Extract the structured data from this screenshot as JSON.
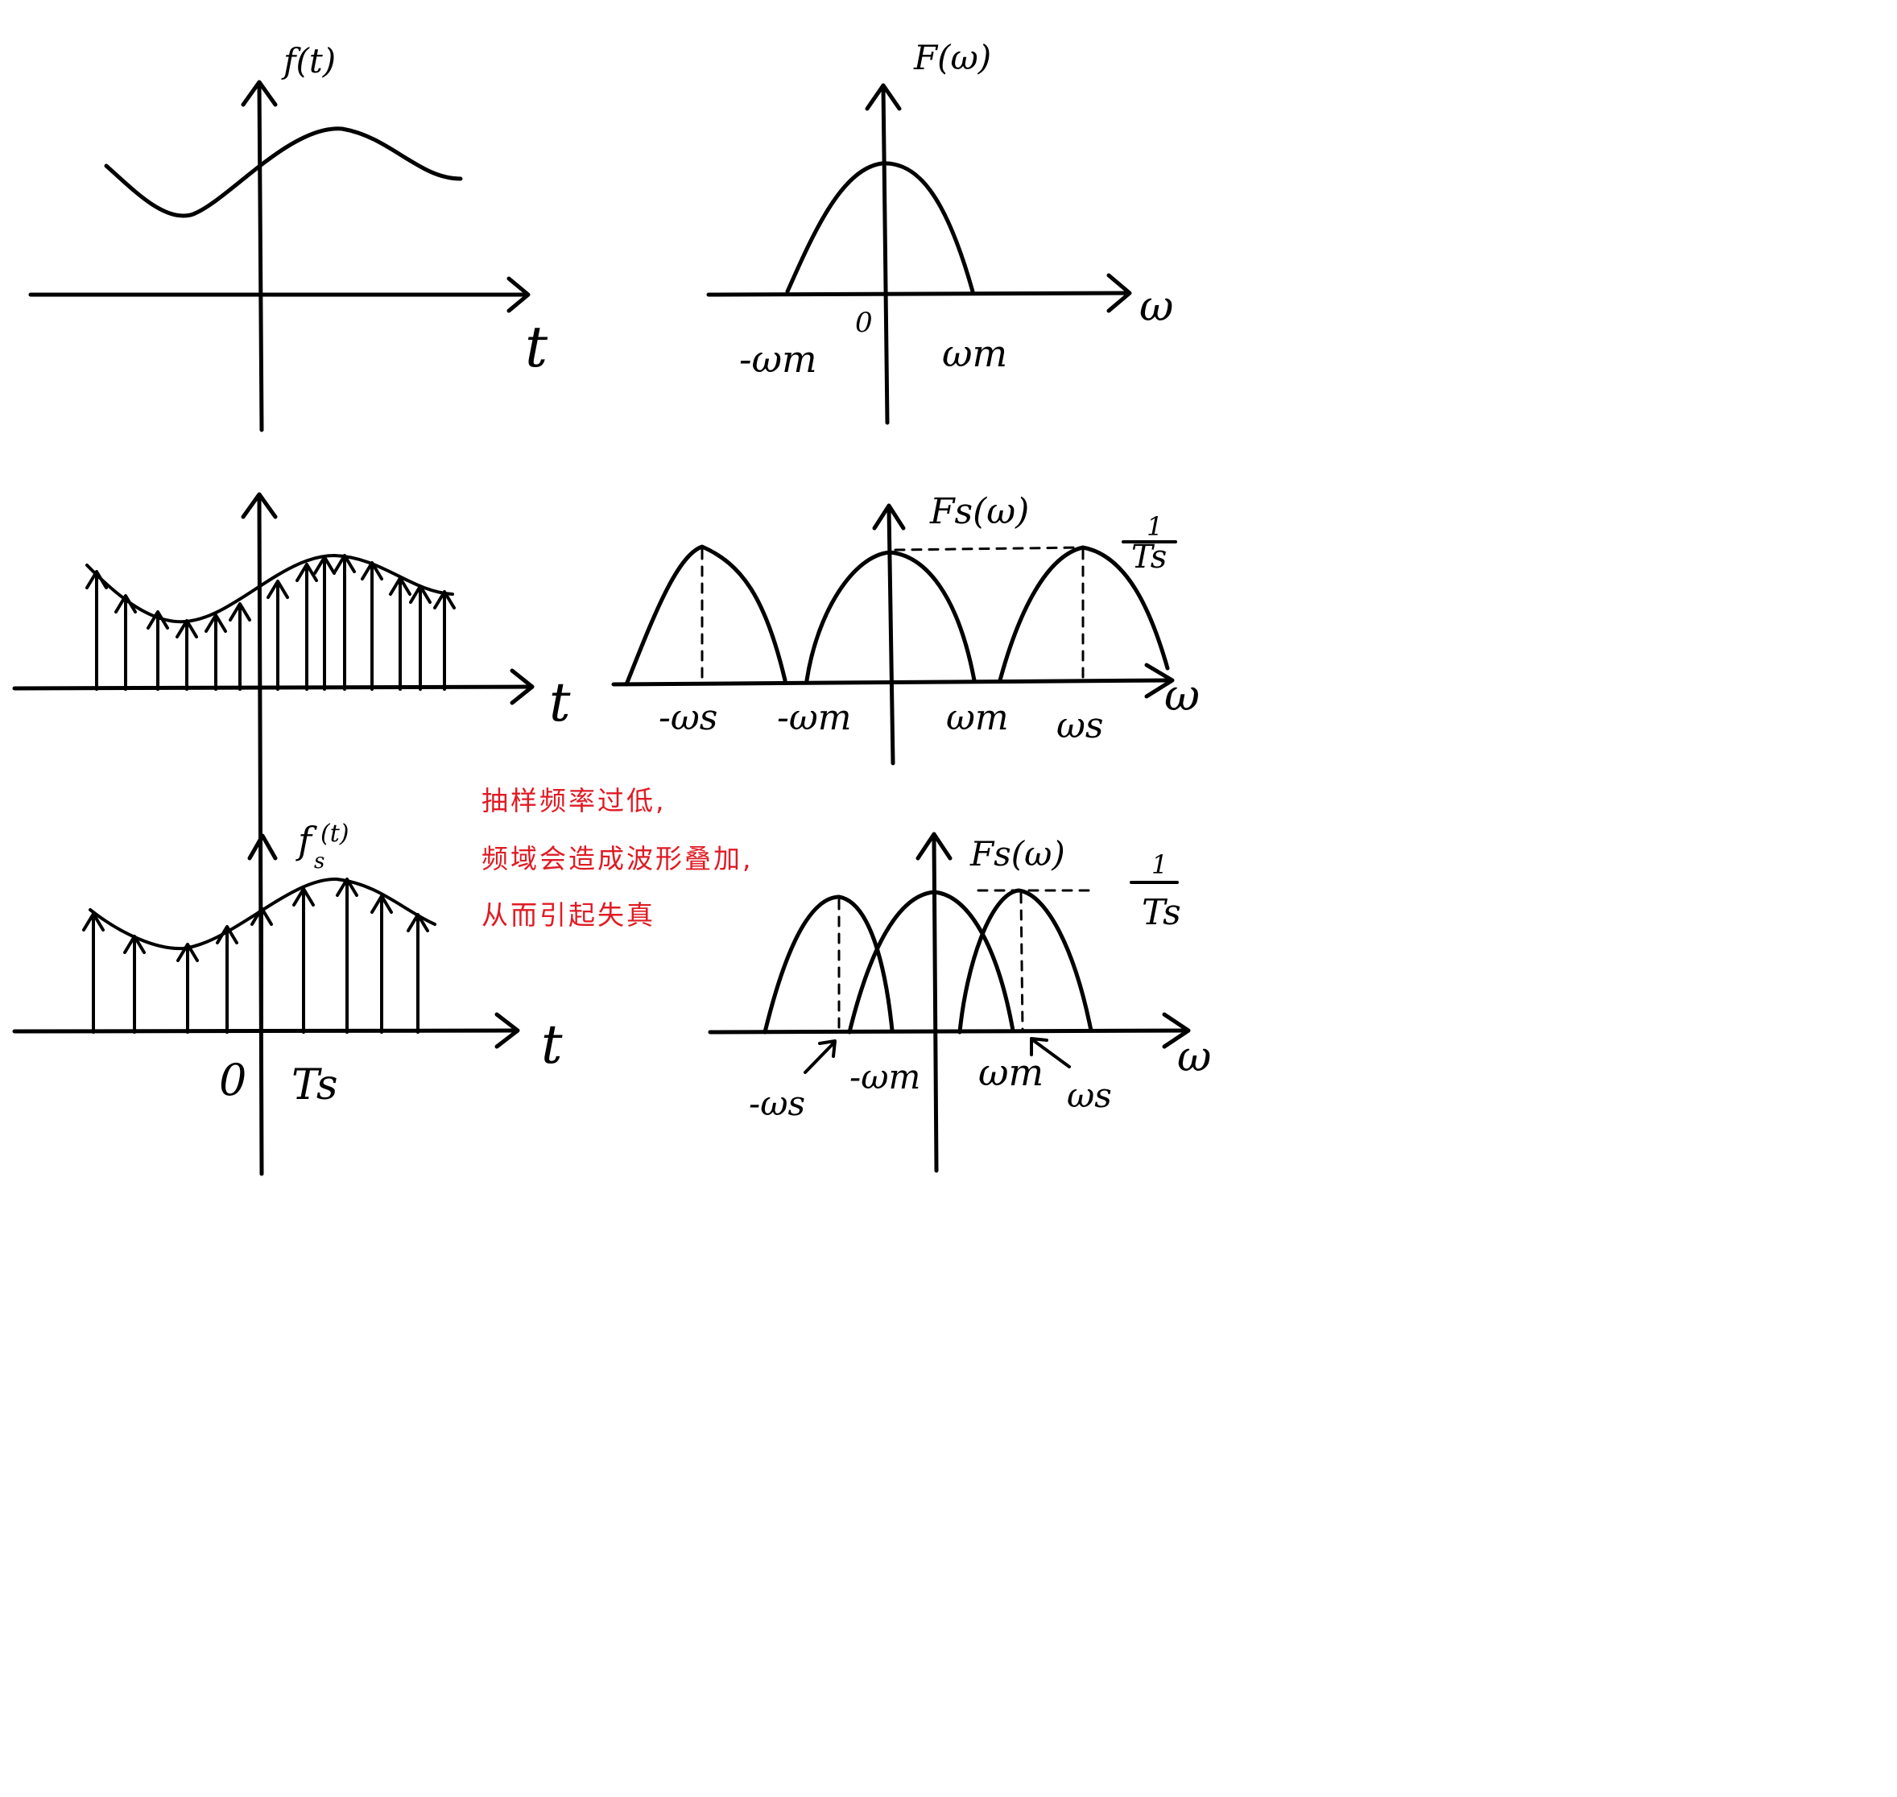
{
  "plots": {
    "p1": {
      "ylabel": "f(t)",
      "xlabel": "t"
    },
    "p2": {
      "ylabel": "F(ω)",
      "xlabel": "ω",
      "neg": "-ωm",
      "origin": "0",
      "pos": "ωm"
    },
    "p3": {
      "xlabel": "t"
    },
    "p4": {
      "ylabel": "Fs(ω)",
      "xlabel": "ω",
      "amp_num": "1",
      "amp_den": "Ts",
      "neg_s": "-ωs",
      "neg_m": "-ωm",
      "pos_m": "ωm",
      "pos_s": "ωs"
    },
    "p5": {
      "ylabel_f": "f",
      "ylabel_s": "s",
      "ylabel_t": "(t)",
      "xlabel": "t",
      "origin": "0",
      "tick": "Ts"
    },
    "p6": {
      "ylabel": "Fs(ω)",
      "xlabel": "ω",
      "amp_num": "1",
      "amp_den": "Ts",
      "neg_s": "-ωs",
      "neg_m": "-ωm",
      "pos_m": "ωm",
      "pos_s": "ωs"
    }
  },
  "note": {
    "line1": "抽样频率过低,",
    "line2": "频域会造成波形叠加,",
    "line3": "从而引起失真"
  }
}
